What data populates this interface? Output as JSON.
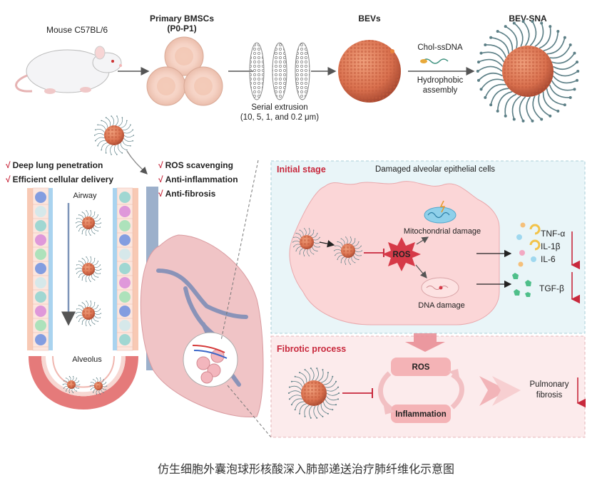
{
  "top": {
    "mouse": "Mouse C57BL/6",
    "bmsc_title": "Primary BMSCs",
    "bmsc_sub": "(P0-P1)",
    "extrusion_1": "Serial extrusion",
    "extrusion_2": "(10, 5, 1, and 0.2 μm)",
    "bevs": "BEVs",
    "chol": "Chol-ssDNA",
    "hydro_1": "Hydrophobic",
    "hydro_2": "assembly",
    "bevsna": "BEV-SNA"
  },
  "benefits": {
    "check": "√",
    "left": [
      "Deep lung penetration",
      "Efficient cellular delivery"
    ],
    "right": [
      "ROS scavenging",
      "Anti-inflammation",
      "Anti-fibrosis"
    ]
  },
  "airway": {
    "label": "Airway",
    "alveolus": "Alveolus"
  },
  "initial": {
    "title": "Initial stage",
    "cells": "Damaged alveolar epithelial cells",
    "mito": "Mitochondrial damage",
    "ros": "ROS",
    "dna": "DNA damage",
    "cytokines": [
      "TNF-α",
      "IL-1β",
      "IL-6"
    ],
    "tgf": "TGF-β"
  },
  "fibrotic": {
    "title": "Fibrotic process",
    "ros": "ROS",
    "inflammation": "Inflammation",
    "outcome_1": "Pulmonary",
    "outcome_2": "fibrosis"
  },
  "caption": "仿生细胞外囊泡球形核酸深入肺部递送治疗肺纤维化示意图",
  "colors": {
    "accent_red": "#c8283c",
    "nanoparticle": "#d9704e",
    "initial_panel": "#e9f5f8",
    "fibrotic_panel": "#fcebec"
  }
}
